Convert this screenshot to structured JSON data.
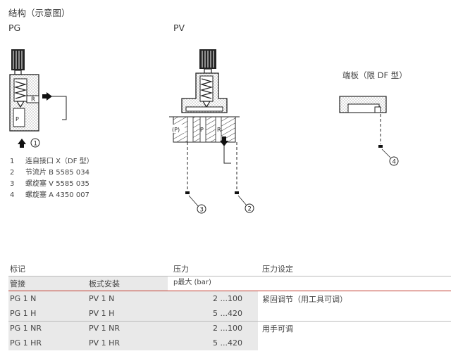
{
  "header": {
    "title": "结构（示意图）",
    "pg_label": "PG",
    "pv_label": "PV",
    "plate_label": "端板（限 DF 型）"
  },
  "diagram_labels": {
    "pg_r": "R",
    "pg_p": "P",
    "pv_p_paren": "(P)",
    "pv_p": "P",
    "pv_r": "R",
    "callout_1": "1",
    "callout_2": "2",
    "callout_3": "3",
    "callout_4": "4"
  },
  "legend": [
    {
      "num": "1",
      "text": "连自接口 X（DF 型）"
    },
    {
      "num": "2",
      "text": "节流片 B 5585 034"
    },
    {
      "num": "3",
      "text": "螺旋塞 V 5585 035"
    },
    {
      "num": "4",
      "text": "螺旋塞 A 4350 007"
    }
  ],
  "table": {
    "h_mark": "标记",
    "h_pressure": "压力",
    "h_pressure_sub": "p最大 (bar)",
    "h_setting": "压力设定",
    "h_pipe": "管接",
    "h_plate": "板式安装",
    "rows": [
      {
        "pipe": "PG 1 N",
        "plate": "PV 1 N",
        "pressure": "2 ...100",
        "setting": "紧固调节（用工具可调）"
      },
      {
        "pipe": "PG 1 H",
        "plate": "PV 1 H",
        "pressure": "5 ...420",
        "setting": ""
      },
      {
        "pipe": "PG 1 NR",
        "plate": "PV 1 NR",
        "pressure": "2 ...100",
        "setting": "用手可调"
      },
      {
        "pipe": "PG 1 HR",
        "plate": "PV 1 HR",
        "pressure": "5 ...420",
        "setting": ""
      }
    ]
  }
}
